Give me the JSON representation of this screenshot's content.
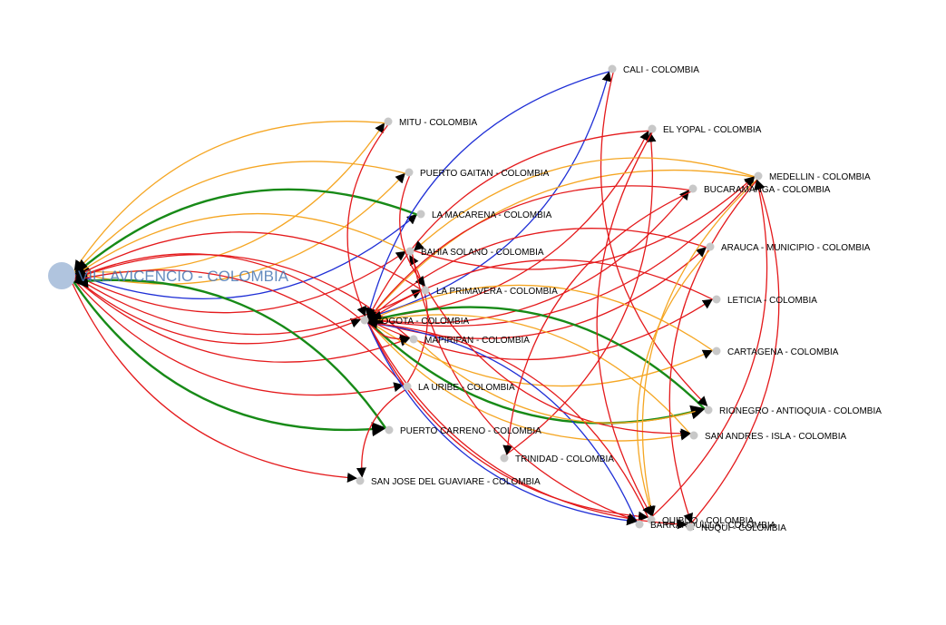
{
  "colors": {
    "red": "#e41a1c",
    "orange": "#f5a623",
    "blue": "#1f2fd6",
    "green": "#178a17",
    "node": "#c8c8c8",
    "hub": "#b0c4de",
    "hub_label": "#4a78b4"
  },
  "nodes": [
    {
      "id": "villavicencio",
      "label": "VILLAVICENCIO - COLOMBIA",
      "hub": true
    },
    {
      "id": "mitu",
      "label": "MITU - COLOMBIA"
    },
    {
      "id": "puerto_gaitan",
      "label": "PUERTO GAITAN - COLOMBIA"
    },
    {
      "id": "la_macarena",
      "label": "LA MACARENA - COLOMBIA"
    },
    {
      "id": "bahia_solano",
      "label": "BAHIA SOLANO - COLOMBIA"
    },
    {
      "id": "la_primavera",
      "label": "LA PRIMAVERA - COLOMBIA"
    },
    {
      "id": "bogota",
      "label": "BOGOTA - COLOMBIA"
    },
    {
      "id": "mapiripan",
      "label": "MAPIRIPAN - COLOMBIA"
    },
    {
      "id": "la_uribe",
      "label": "LA URIBE - COLOMBIA"
    },
    {
      "id": "puerto_carreno",
      "label": "PUERTO CARRENO - COLOMBIA"
    },
    {
      "id": "san_jose",
      "label": "SAN JOSE DEL GUAVIARE - COLOMBIA"
    },
    {
      "id": "trinidad",
      "label": "TRINIDAD - COLOMBIA"
    },
    {
      "id": "cali",
      "label": "CALI - COLOMBIA"
    },
    {
      "id": "el_yopal",
      "label": "EL YOPAL - COLOMBIA"
    },
    {
      "id": "medellin",
      "label": "MEDELLIN - COLOMBIA"
    },
    {
      "id": "bucaramanga",
      "label": "BUCARAMANGA - COLOMBIA"
    },
    {
      "id": "arauca",
      "label": "ARAUCA - MUNICIPIO - COLOMBIA"
    },
    {
      "id": "leticia",
      "label": "LETICIA - COLOMBIA"
    },
    {
      "id": "cartagena",
      "label": "CARTAGENA - COLOMBIA"
    },
    {
      "id": "rionegro",
      "label": "RIONEGRO - ANTIOQUIA - COLOMBIA"
    },
    {
      "id": "san_andres",
      "label": "SAN ANDRES - ISLA - COLOMBIA"
    },
    {
      "id": "quibdo",
      "label": "QUIBDO - COLOMBIA"
    },
    {
      "id": "barranquilla",
      "label": "BARRANQUILLA - COLOMBIA"
    },
    {
      "id": "nuqui",
      "label": "NUQUI - COLOMBIA"
    }
  ],
  "edges": [
    {
      "from": "villavicencio",
      "to": "mitu",
      "color": "orange"
    },
    {
      "from": "villavicencio",
      "to": "puerto_gaitan",
      "color": "orange"
    },
    {
      "from": "villavicencio",
      "to": "la_macarena",
      "color": "blue"
    },
    {
      "from": "villavicencio",
      "to": "bogota",
      "color": "red"
    },
    {
      "from": "villavicencio",
      "to": "la_primavera",
      "color": "red"
    },
    {
      "from": "villavicencio",
      "to": "mapiripan",
      "color": "red"
    },
    {
      "from": "villavicencio",
      "to": "puerto_carreno",
      "color": "green",
      "thick": true
    },
    {
      "from": "villavicencio",
      "to": "san_jose",
      "color": "red"
    },
    {
      "from": "villavicencio",
      "to": "la_uribe",
      "color": "red"
    },
    {
      "from": "villavicencio",
      "to": "bahia_solano",
      "color": "red"
    },
    {
      "from": "mitu",
      "to": "villavicencio",
      "color": "orange"
    },
    {
      "from": "puerto_gaitan",
      "to": "villavicencio",
      "color": "orange"
    },
    {
      "from": "la_macarena",
      "to": "villavicencio",
      "color": "green",
      "thick": true
    },
    {
      "from": "bogota",
      "to": "villavicencio",
      "color": "red"
    },
    {
      "from": "la_primavera",
      "to": "villavicencio",
      "color": "red"
    },
    {
      "from": "mapiripan",
      "to": "villavicencio",
      "color": "red"
    },
    {
      "from": "puerto_carreno",
      "to": "villavicencio",
      "color": "green",
      "thick": true
    },
    {
      "from": "la_uribe",
      "to": "villavicencio",
      "color": "red"
    },
    {
      "from": "bahia_solano",
      "to": "villavicencio",
      "color": "orange"
    },
    {
      "from": "mitu",
      "to": "bogota",
      "color": "red"
    },
    {
      "from": "la_uribe",
      "to": "bahia_solano",
      "color": "red"
    },
    {
      "from": "la_uribe",
      "to": "san_jose",
      "color": "red"
    },
    {
      "from": "bogota",
      "to": "cali",
      "color": "blue"
    },
    {
      "from": "bogota",
      "to": "el_yopal",
      "color": "red"
    },
    {
      "from": "bogota",
      "to": "medellin",
      "color": "red"
    },
    {
      "from": "bogota",
      "to": "bucaramanga",
      "color": "red"
    },
    {
      "from": "bogota",
      "to": "arauca",
      "color": "red"
    },
    {
      "from": "bogota",
      "to": "leticia",
      "color": "red"
    },
    {
      "from": "bogota",
      "to": "cartagena",
      "color": "orange"
    },
    {
      "from": "bogota",
      "to": "rionegro",
      "color": "green",
      "thick": true
    },
    {
      "from": "bogota",
      "to": "san_andres",
      "color": "orange"
    },
    {
      "from": "bogota",
      "to": "quibdo",
      "color": "red"
    },
    {
      "from": "bogota",
      "to": "barranquilla",
      "color": "blue"
    },
    {
      "from": "bogota",
      "to": "nuqui",
      "color": "red"
    },
    {
      "from": "bogota",
      "to": "mapiripan",
      "color": "red"
    },
    {
      "from": "cali",
      "to": "bogota",
      "color": "blue"
    },
    {
      "from": "el_yopal",
      "to": "bogota",
      "color": "red"
    },
    {
      "from": "medellin",
      "to": "bogota",
      "color": "orange"
    },
    {
      "from": "bucaramanga",
      "to": "bogota",
      "color": "red"
    },
    {
      "from": "arauca",
      "to": "bogota",
      "color": "red"
    },
    {
      "from": "leticia",
      "to": "bogota",
      "color": "red"
    },
    {
      "from": "cartagena",
      "to": "bogota",
      "color": "orange"
    },
    {
      "from": "rionegro",
      "to": "bogota",
      "color": "green",
      "thick": true
    },
    {
      "from": "san_andres",
      "to": "bogota",
      "color": "orange"
    },
    {
      "from": "barranquilla",
      "to": "bogota",
      "color": "blue"
    },
    {
      "from": "quibdo",
      "to": "bogota",
      "color": "red"
    },
    {
      "from": "trinidad",
      "to": "el_yopal",
      "color": "red"
    },
    {
      "from": "bucaramanga",
      "to": "trinidad",
      "color": "red"
    },
    {
      "from": "cali",
      "to": "rionegro",
      "color": "red"
    },
    {
      "from": "medellin",
      "to": "quibdo",
      "color": "orange"
    },
    {
      "from": "medellin",
      "to": "nuqui",
      "color": "red"
    },
    {
      "from": "medellin",
      "to": "bahia_solano",
      "color": "orange"
    },
    {
      "from": "el_yopal",
      "to": "quibdo",
      "color": "red"
    },
    {
      "from": "quibdo",
      "to": "medellin",
      "color": "red"
    },
    {
      "from": "nuqui",
      "to": "medellin",
      "color": "red"
    },
    {
      "from": "bahia_solano",
      "to": "medellin",
      "color": "red"
    },
    {
      "from": "arauca",
      "to": "quibdo",
      "color": "orange"
    },
    {
      "from": "puerto_gaitan",
      "to": "la_primavera",
      "color": "red"
    },
    {
      "from": "bahia_solano",
      "to": "barranquilla",
      "color": "red"
    },
    {
      "from": "la_primavera",
      "to": "san_andres",
      "color": "red"
    },
    {
      "from": "mapiripan",
      "to": "rionegro",
      "color": "orange"
    }
  ]
}
